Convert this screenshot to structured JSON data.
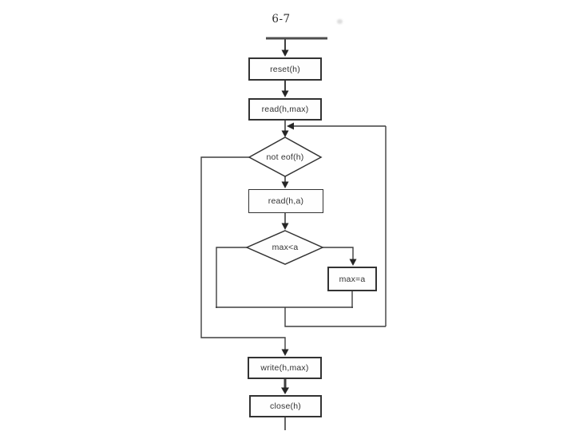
{
  "flowchart": {
    "title": "6-7",
    "nodes": {
      "reset": {
        "label": "reset(h)",
        "type": "process"
      },
      "read_max": {
        "label": "read(h,max)",
        "type": "process"
      },
      "not_eof": {
        "label": "not eof(h)",
        "type": "decision"
      },
      "read_a": {
        "label": "read(h,a)",
        "type": "process"
      },
      "max_lt_a": {
        "label": "max<a",
        "type": "decision"
      },
      "max_eq_a": {
        "label": "max=a",
        "type": "process"
      },
      "write": {
        "label": "write(h,max)",
        "type": "process"
      },
      "close": {
        "label": "close(h)",
        "type": "process"
      }
    },
    "colors": {
      "line": "#3f3f3f",
      "box_border": "#333333",
      "text": "#333333",
      "background": "#ffffff"
    }
  }
}
